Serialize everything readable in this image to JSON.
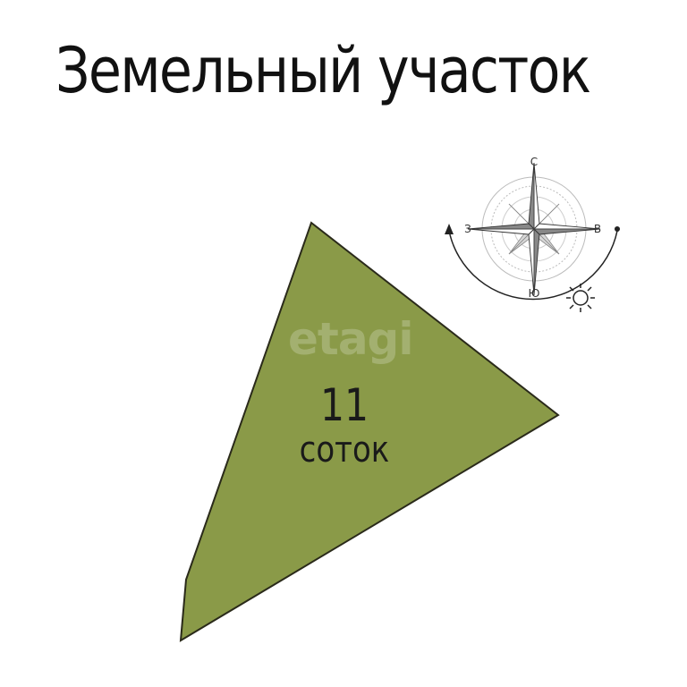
{
  "title": "Земельный участок",
  "plot": {
    "area_value": "11",
    "area_unit": "соток",
    "fill_color": "#8a9a48",
    "outline_color": "#2a2a1a"
  },
  "watermark": "etagi",
  "compass": {
    "north": "С",
    "south": "Ю",
    "west": "З",
    "east": "В",
    "icons": [
      "compass-rose-icon",
      "sun-icon",
      "sun-path-arrow-icon"
    ]
  }
}
